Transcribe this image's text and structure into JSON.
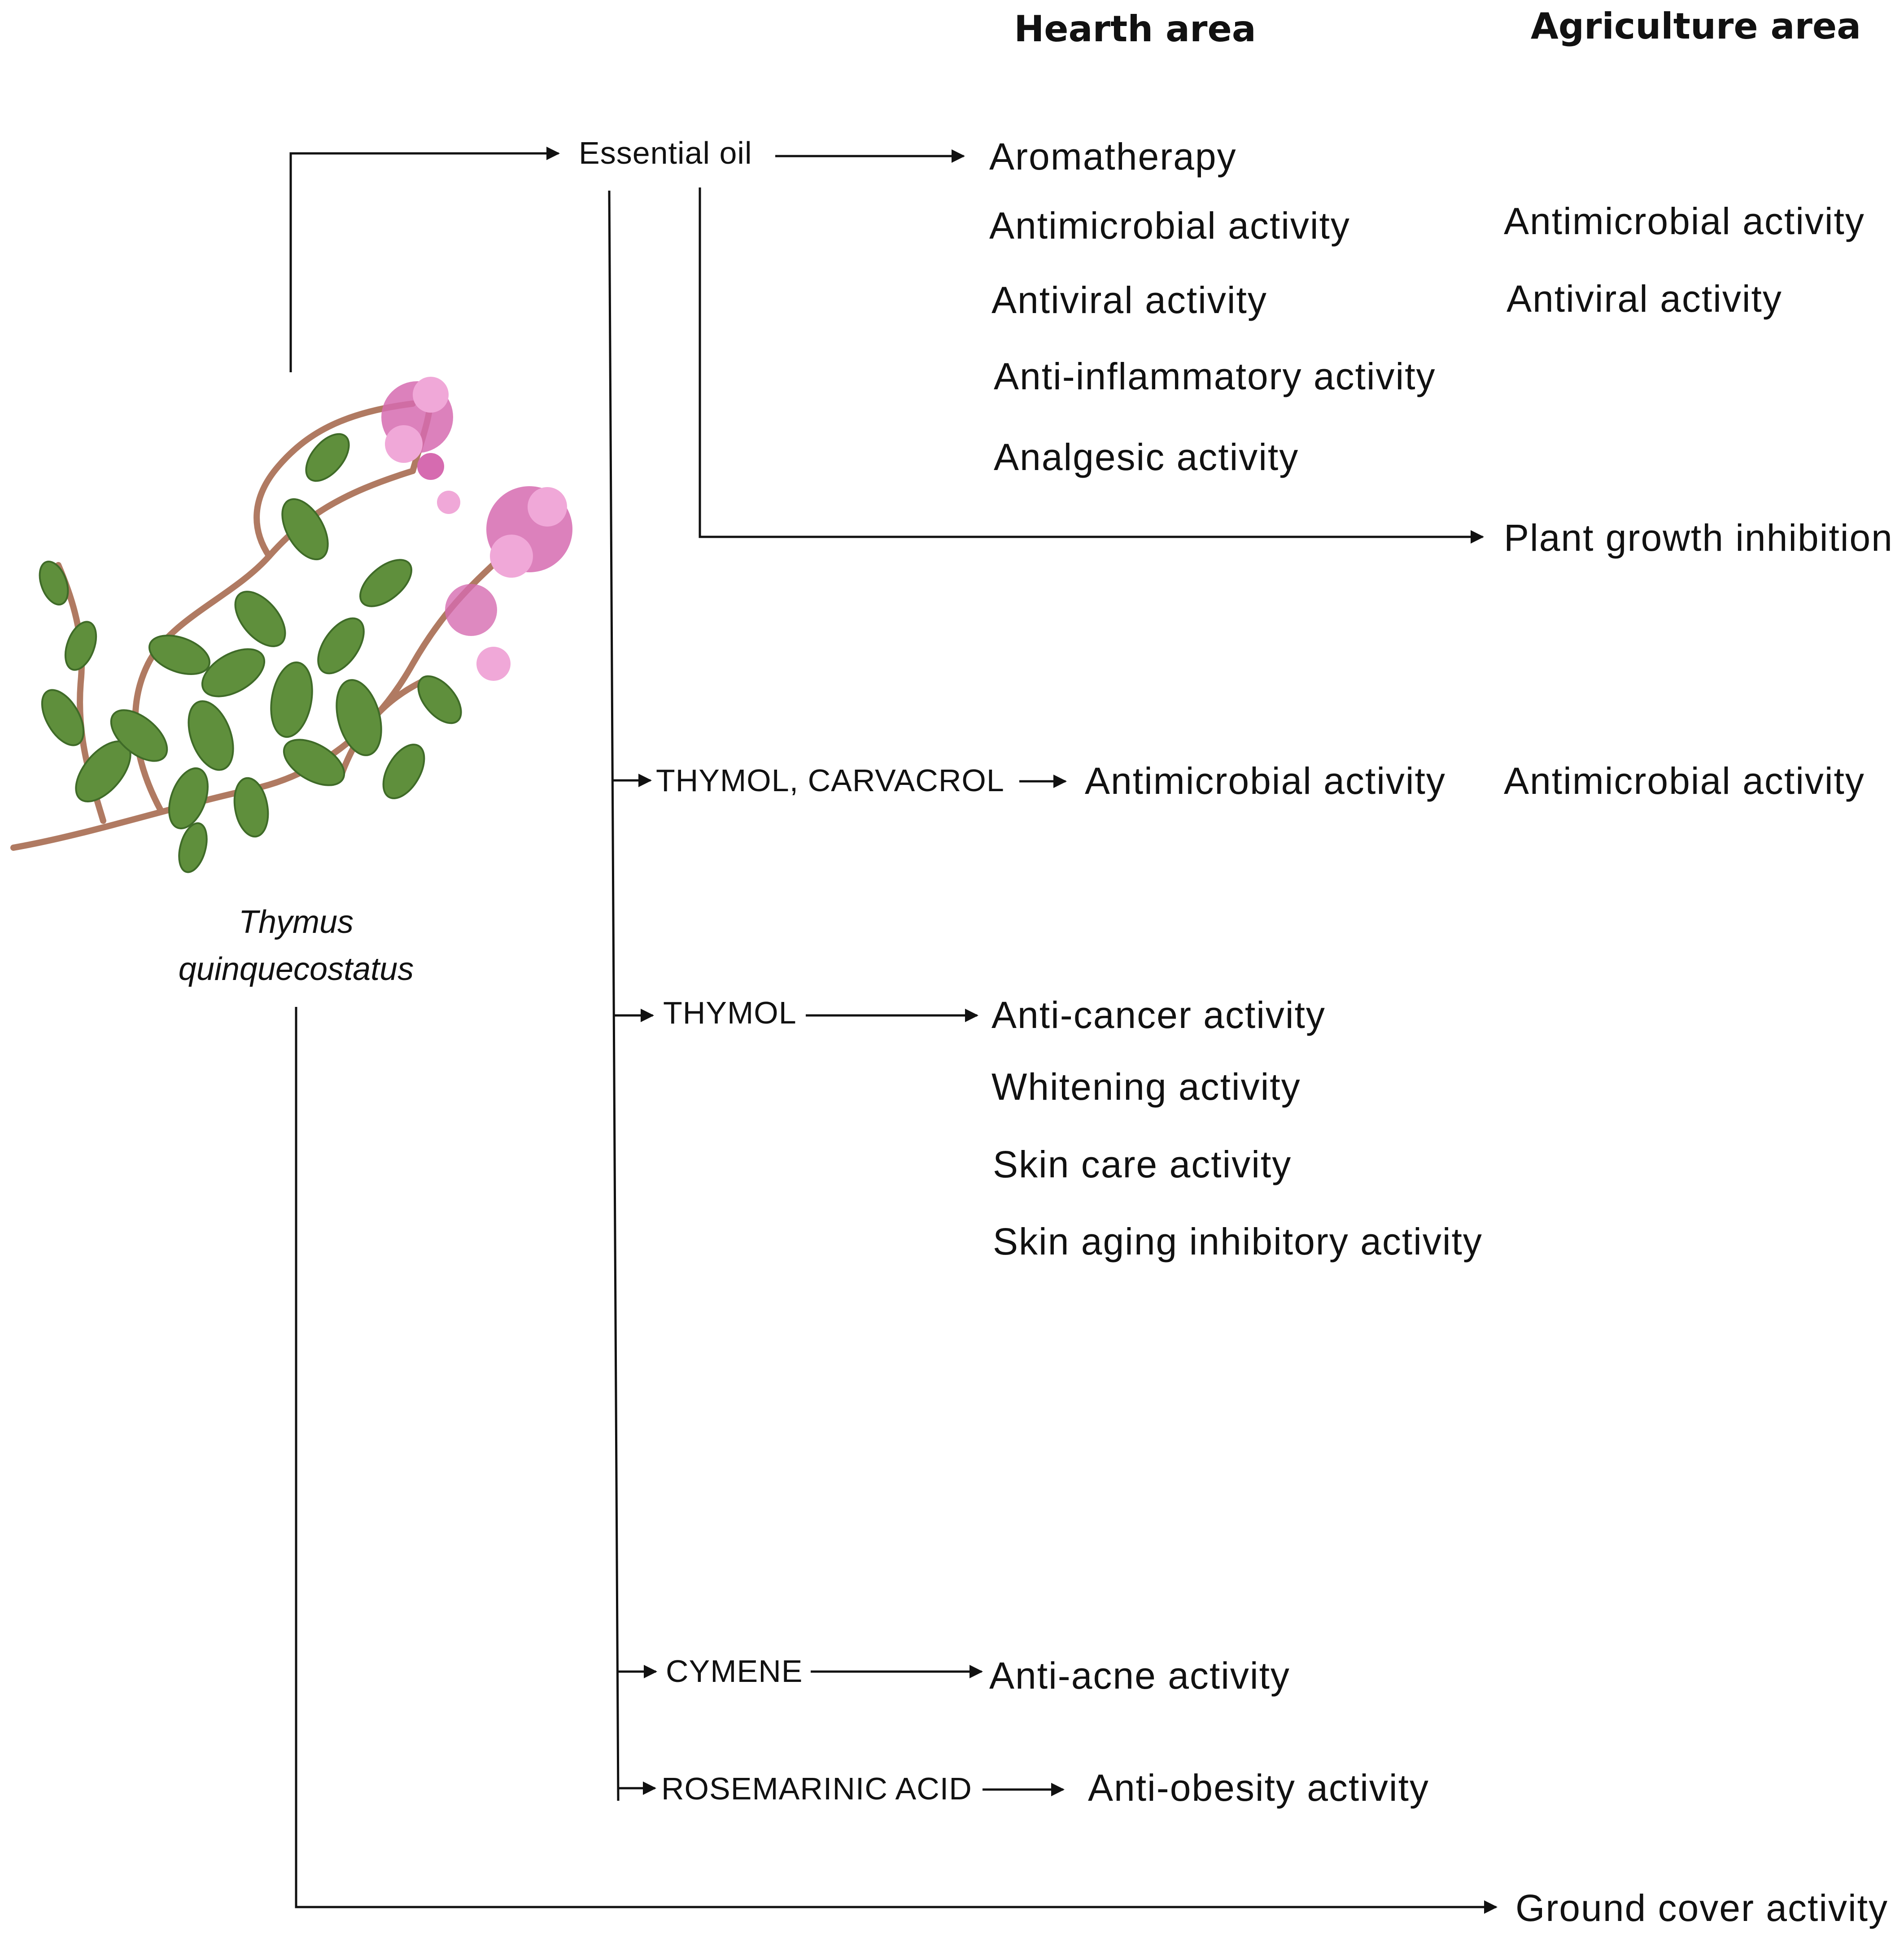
{
  "headers": {
    "health": "Hearth area",
    "agriculture": "Agriculture area"
  },
  "species": {
    "line1": "Thymus",
    "line2": "quinquecostatus"
  },
  "essential_oil": {
    "label": "Essential oil",
    "health": [
      "Aromatherapy",
      "Antimicrobial activity",
      "Antiviral activity",
      "Anti-inflammatory activity",
      "Analgesic activity"
    ],
    "agriculture": [
      "Antimicrobial activity",
      "Antiviral activity",
      "Plant growth inhibition"
    ]
  },
  "thymol_carvacrol": {
    "label": "THYMOL, CARVACROL",
    "health": "Antimicrobial activity",
    "agriculture": "Antimicrobial activity"
  },
  "thymol": {
    "label": "THYMOL",
    "health": [
      "Anti-cancer activity",
      "Whitening activity",
      "Skin care activity",
      "Skin aging inhibitory activity"
    ]
  },
  "cymene": {
    "label": "CYMENE",
    "health": "Anti-acne activity"
  },
  "rosemarinic_acid": {
    "label": "ROSEMARINIC ACID",
    "health": "Anti-obesity activity"
  },
  "ground_cover": {
    "label": "Ground cover activity"
  },
  "colors": {
    "line": "#111111",
    "leaf": "#5f8f3c",
    "leaf_dark": "#3f6b28",
    "stem": "#b07a62",
    "flower": "#d66bb0",
    "flower_light": "#f0a8d8"
  }
}
